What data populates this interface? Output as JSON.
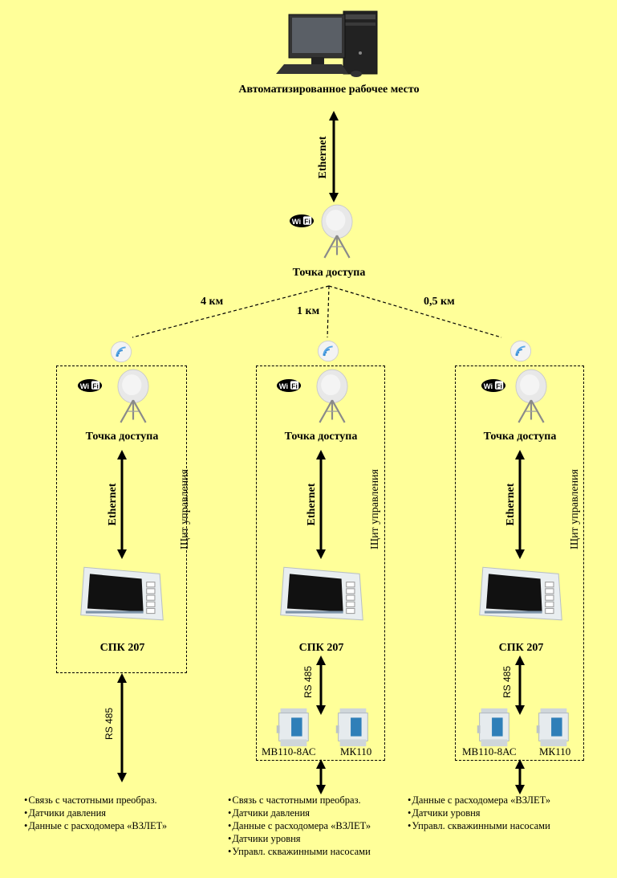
{
  "workstation": {
    "label": "Автоматизированное рабочее место",
    "icon": "desktop-computer-icon"
  },
  "top_link": {
    "label": "Ethernet"
  },
  "central_ap": {
    "label": "Точка доступа",
    "badge": "Wi-Fi"
  },
  "distances": [
    "4 км",
    "1 км",
    "0,5 км"
  ],
  "sites": [
    {
      "ap_label": "Точка доступа",
      "link_label": "Ethernet",
      "cabinet_label": "Щит управления",
      "controller": "СПК 207",
      "rs_label": "RS 485",
      "modules": [],
      "functions": [
        "Связь с частотными преобраз.",
        "Датчики давления",
        "Данные с расходомера «ВЗЛЕТ»"
      ]
    },
    {
      "ap_label": "Точка доступа",
      "link_label": "Ethernet",
      "cabinet_label": "Щит управления",
      "controller": "СПК 207",
      "rs_label": "RS 485",
      "modules": [
        "МВ110-8АС",
        "МК110"
      ],
      "functions": [
        "Связь с частотными преобраз.",
        "Датчики давления",
        "Данные с расходомера «ВЗЛЕТ»",
        "Датчики уровня",
        "Управл. скважинными насосами"
      ]
    },
    {
      "ap_label": "Точка доступа",
      "link_label": "Ethernet",
      "cabinet_label": "Щит управления",
      "controller": "СПК 207",
      "rs_label": "RS 485",
      "modules": [
        "МВ110-8АС",
        "МК110"
      ],
      "functions": [
        "Данные с расходомера «ВЗЛЕТ»",
        "Датчики уровня",
        "Управл. скважинными насосами"
      ]
    }
  ],
  "colors": {
    "background": "#ffff99",
    "line": "#000000",
    "wifi_signal": "#3a8fd6"
  }
}
